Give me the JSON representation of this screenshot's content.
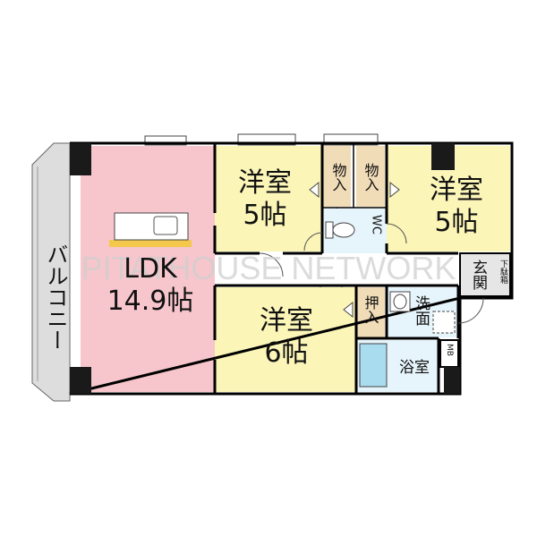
{
  "colors": {
    "wall": "#1a1a1a",
    "ldk_floor": "#f7c6cc",
    "room_floor": "#fbf5b8",
    "closet_floor": "#f1dcb8",
    "wet_floor": "#e6f4fb",
    "tub": "#a9dcef",
    "entrance_floor": "#e6e6e6",
    "balcony": "#dddddd",
    "kitchen_counter": "#f3c84b",
    "watermark": "#cfcfcf"
  },
  "rooms": {
    "ldk": {
      "name": "LDK",
      "size": "14.9帖"
    },
    "western_a": {
      "name": "洋室",
      "size": "5帖"
    },
    "western_b": {
      "name": "洋室",
      "size": "5帖"
    },
    "western_c": {
      "name": "洋室",
      "size": "6帖"
    },
    "closet_a": "物入",
    "closet_b": "物入",
    "closet_c": "押入",
    "toilet": "WC",
    "washroom": "洗面",
    "bathroom": "浴室",
    "entrance": "玄関",
    "shoe_box": "下駄箱",
    "meter_box": "MB",
    "balcony": "バルコニー"
  },
  "watermark": "PITATHOUSE NETWORK",
  "icons": [
    "toilet-icon",
    "wash-basin-icon",
    "bathtub-icon",
    "kitchen-sink-icon"
  ]
}
